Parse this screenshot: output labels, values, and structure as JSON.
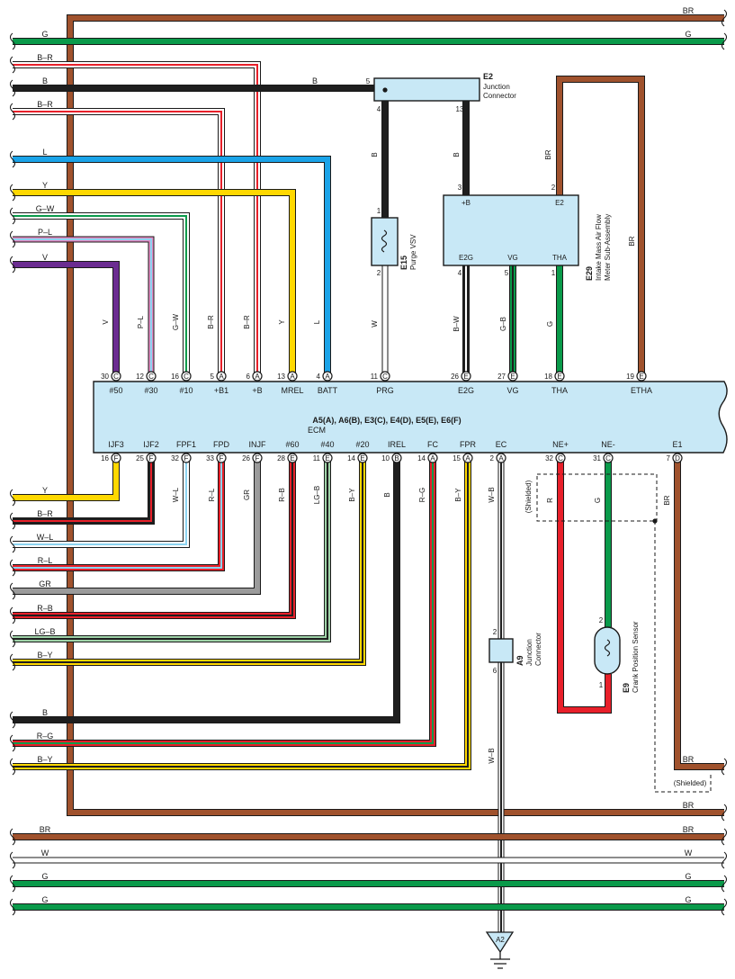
{
  "ecm": {
    "title": "A5(A), A6(B), E3(C), E4(D), E5(E), E6(F)",
    "subtitle": "ECM",
    "top_pins": [
      {
        "num": "30",
        "conn": "C",
        "name": "#50"
      },
      {
        "num": "12",
        "conn": "C",
        "name": "#30"
      },
      {
        "num": "16",
        "conn": "C",
        "name": "#10"
      },
      {
        "num": "5",
        "conn": "A",
        "name": "+B1"
      },
      {
        "num": "6",
        "conn": "A",
        "name": "+B"
      },
      {
        "num": "13",
        "conn": "A",
        "name": "MREL"
      },
      {
        "num": "4",
        "conn": "A",
        "name": "BATT"
      },
      {
        "num": "11",
        "conn": "C",
        "name": "PRG"
      },
      {
        "num": "26",
        "conn": "E",
        "name": "E2G"
      },
      {
        "num": "27",
        "conn": "E",
        "name": "VG"
      },
      {
        "num": "18",
        "conn": "E",
        "name": "THA"
      },
      {
        "num": "19",
        "conn": "E",
        "name": "ETHA"
      }
    ],
    "bottom_pins": [
      {
        "num": "16",
        "conn": "F",
        "name": "IJF3"
      },
      {
        "num": "25",
        "conn": "F",
        "name": "IJF2"
      },
      {
        "num": "32",
        "conn": "F",
        "name": "FPF1"
      },
      {
        "num": "33",
        "conn": "F",
        "name": "FPD"
      },
      {
        "num": "26",
        "conn": "F",
        "name": "INJF"
      },
      {
        "num": "28",
        "conn": "E",
        "name": "#60"
      },
      {
        "num": "11",
        "conn": "E",
        "name": "#40"
      },
      {
        "num": "14",
        "conn": "E",
        "name": "#20"
      },
      {
        "num": "10",
        "conn": "B",
        "name": "IREL"
      },
      {
        "num": "14",
        "conn": "A",
        "name": "FC"
      },
      {
        "num": "15",
        "conn": "A",
        "name": "FPR"
      },
      {
        "num": "2",
        "conn": "A",
        "name": "EC"
      },
      {
        "num": "32",
        "conn": "C",
        "name": "NE+"
      },
      {
        "num": "31",
        "conn": "C",
        "name": "NE-"
      },
      {
        "num": "7",
        "conn": "D",
        "name": "E1"
      }
    ]
  },
  "components": {
    "e2": {
      "code": "E2",
      "line1": "Junction",
      "line2": "Connector",
      "pin_in": "5",
      "pin_a": "4",
      "pin_b": "13"
    },
    "e15": {
      "code": "E15",
      "name": "Purge VSV",
      "pin1": "1",
      "pin2": "2"
    },
    "e29": {
      "code": "E29",
      "line1": "Intake Mass Air Flow",
      "line2": "Meter Sub-Assembly",
      "pin_b": "3",
      "pin_e2": "2",
      "pin_e2g": "4",
      "pin_vg": "5",
      "pin_tha": "1",
      "t_b": "+B",
      "t_e2": "E2",
      "t_e2g": "E2G",
      "t_vg": "VG",
      "t_tha": "THA"
    },
    "a9": {
      "code": "A9",
      "line1": "Junction",
      "line2": "Connector",
      "pin_top": "2",
      "pin_bot": "6"
    },
    "e9": {
      "code": "E9",
      "name": "Crank Position Sensor",
      "pin_top": "2",
      "pin_bot": "1"
    },
    "ground": {
      "code": "A2"
    },
    "shielded": "(Shielded)"
  },
  "wire_labels": {
    "br": "BR",
    "g": "G",
    "b_r": "B–R",
    "b": "B",
    "l": "L",
    "y": "Y",
    "g_w": "G–W",
    "p_l": "P–L",
    "v": "V",
    "w": "W",
    "b_w": "B–W",
    "g_b": "G–B",
    "w_l": "W–L",
    "r_l": "R–L",
    "gr": "GR",
    "r_b": "R–B",
    "lg_b": "LG–B",
    "b_y": "B–Y",
    "r_g": "R–G",
    "w_b": "W–B",
    "r": "R"
  },
  "colors": {
    "brown": "#a0522d",
    "green": "#0a9a4a",
    "black": "#1e1e1e",
    "red": "#e8202a",
    "blue": "#1aa3e8",
    "yellow": "#ffd800",
    "purple": "#6b2c91",
    "gray": "#9b9b9b",
    "pink": "#e48bc4",
    "lightblue": "#8cd3f0",
    "panel": "#c8e8f6"
  }
}
